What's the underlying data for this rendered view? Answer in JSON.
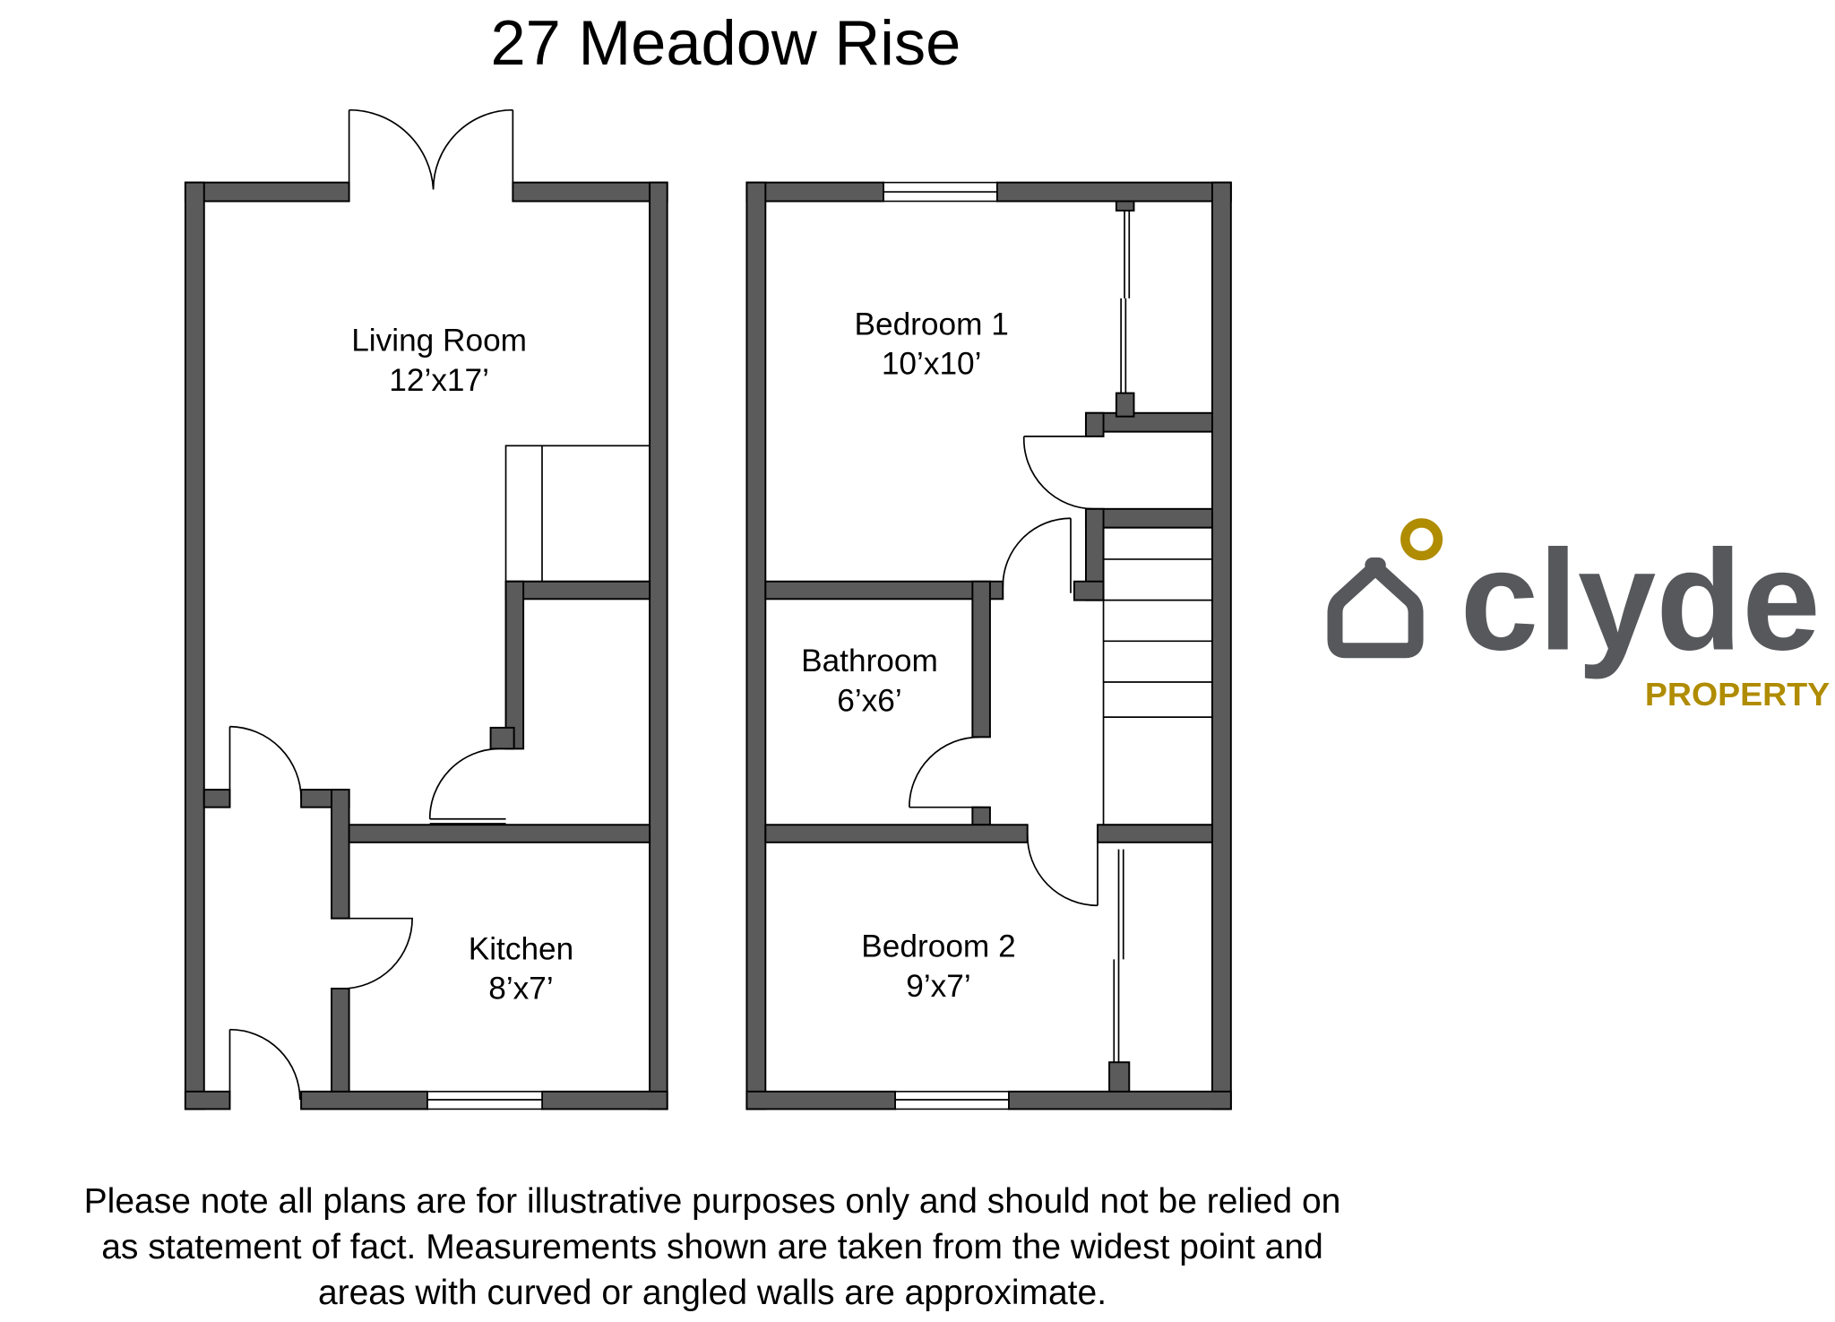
{
  "title": "27 Meadow Rise",
  "rooms": [
    {
      "name": "Living Room",
      "size": "12’x17’"
    },
    {
      "name": "Kitchen",
      "size": "8’x7’"
    },
    {
      "name": "Bedroom 1",
      "size": "10’x10’"
    },
    {
      "name": "Bathroom",
      "size": "6’x6’"
    },
    {
      "name": "Bedroom 2",
      "size": "9’x7’"
    }
  ],
  "logo": {
    "name": "clyde",
    "tagline": "PROPERTY",
    "colors": {
      "grey": "#57585c",
      "gold": "#b08c00"
    }
  },
  "disclaimer": [
    "Please note all plans are for illustrative purposes only and should not be relied on",
    "as statement of fact. Measurements shown are taken from the widest point and",
    "areas with curved or angled walls are approximate."
  ]
}
